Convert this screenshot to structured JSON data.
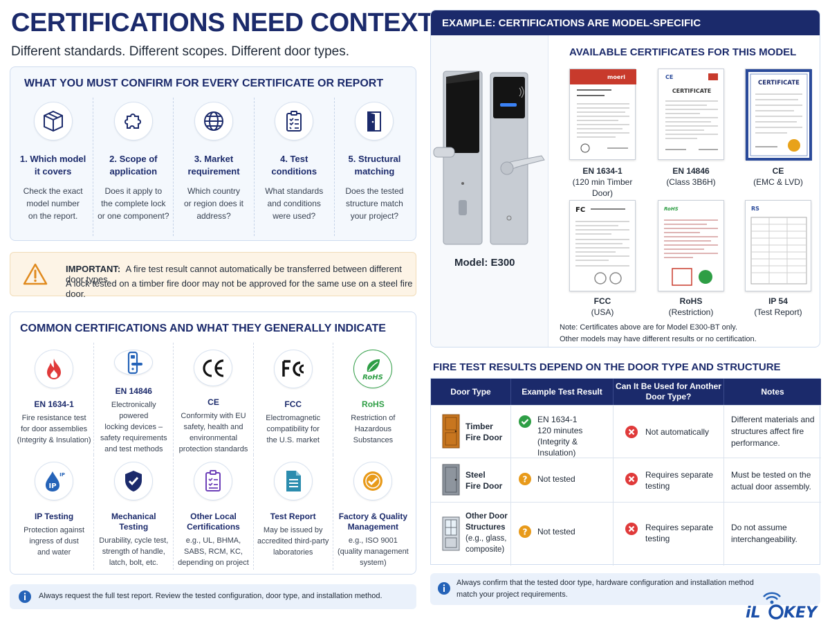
{
  "header": {
    "title": "CERTIFICATIONS NEED CONTEXT",
    "subtitle": "Different standards. Different scopes. Different door types."
  },
  "confirm": {
    "title": "WHAT YOU MUST CONFIRM FOR EVERY CERTIFICATE OR REPORT",
    "items": [
      {
        "label_1": "1. Which model",
        "label_2": "it covers",
        "desc_1": "Check the exact",
        "desc_2": "model number",
        "desc_3": "on the report.",
        "icon": "box-icon"
      },
      {
        "label_1": "2. Scope of",
        "label_2": "application",
        "desc_1": "Does it apply to",
        "desc_2": "the complete lock",
        "desc_3": "or one component?",
        "icon": "puzzle-icon"
      },
      {
        "label_1": "3. Market",
        "label_2": "requirement",
        "desc_1": "Which country",
        "desc_2": "or region does it",
        "desc_3": "address?",
        "icon": "globe-icon"
      },
      {
        "label_1": "4. Test",
        "label_2": "conditions",
        "desc_1": "What standards",
        "desc_2": "and conditions",
        "desc_3": "were used?",
        "icon": "clipboard-icon"
      },
      {
        "label_1": "5. Structural",
        "label_2": "matching",
        "desc_1": "Does the tested",
        "desc_2": "structure match",
        "desc_3": "your project?",
        "icon": "door-icon"
      }
    ]
  },
  "important": {
    "label": "IMPORTANT:",
    "line1": "A fire test result cannot automatically be transferred between different door types.",
    "line2": "A lock tested on a timber fire door may not be approved for the same use on a steel fire door."
  },
  "common": {
    "title": "COMMON CERTIFICATIONS AND WHAT THEY GENERALLY INDICATE",
    "items": [
      {
        "name": "EN 1634-1",
        "lines": [
          "Fire resistance test",
          "for door assemblies",
          "(Integrity & Insulation)"
        ],
        "icon": "flame-icon"
      },
      {
        "name": "EN 14846",
        "lines": [
          "Electronically powered",
          "locking devices –",
          "safety requirements",
          "and test methods"
        ],
        "icon": "electronic-lock-icon"
      },
      {
        "name": "CE",
        "lines": [
          "Conformity with EU",
          "safety, health and",
          "environmental",
          "protection standards"
        ],
        "icon": "ce-mark-icon"
      },
      {
        "name": "FCC",
        "lines": [
          "Electromagnetic",
          "compatibility for",
          "the U.S. market"
        ],
        "icon": "fcc-mark-icon"
      },
      {
        "name": "RoHS",
        "lines": [
          "Restriction of",
          "Hazardous",
          "Substances"
        ],
        "icon": "rohs-leaf-icon"
      },
      {
        "name": "IP Testing",
        "lines": [
          "Protection against",
          "ingress of dust",
          "and water"
        ],
        "icon": "ip-drop-icon"
      },
      {
        "name": "Mechanical Testing",
        "lines": [
          "Durability, cycle test,",
          "strength of handle,",
          "latch, bolt, etc."
        ],
        "icon": "shield-check-icon"
      },
      {
        "name_1": "Other Local",
        "name_2": "Certifications",
        "lines": [
          "e.g., UL, BHMA,",
          "SABS, RCM, KC,",
          "depending on project"
        ],
        "icon": "checklist-icon"
      },
      {
        "name": "Test Report",
        "lines": [
          "May be issued by",
          "accredited third-party",
          "laboratories"
        ],
        "icon": "report-icon"
      },
      {
        "name_1": "Factory & Quality",
        "name_2": "Management",
        "lines": [
          "e.g., ISO 9001",
          "(quality management",
          "system)"
        ],
        "icon": "quality-badge-icon"
      }
    ]
  },
  "left_note": "Always request the full test report. Review the tested configuration, door type, and installation method.",
  "example": {
    "header": "EXAMPLE: CERTIFICATIONS ARE MODEL-SPECIFIC",
    "model": "Model: E300",
    "available_title": "AVAILABLE CERTIFICATES FOR THIS MODEL",
    "certs": [
      {
        "name": "EN 1634-1",
        "sub": "(120 min Timber Door)",
        "doc_text": "moeri"
      },
      {
        "name": "EN 14846",
        "sub": "(Class 3B6H)",
        "doc_text": "CERTIFICATE"
      },
      {
        "name": "CE",
        "sub": "(EMC & LVD)",
        "doc_text": "CERTIFICATE"
      },
      {
        "name": "FCC",
        "sub": "(USA)",
        "doc_text": "FC"
      },
      {
        "name": "RoHS",
        "sub": "(Restriction)",
        "doc_text": "RoHS"
      },
      {
        "name": "IP 54",
        "sub": "(Test Report)",
        "doc_text": "RS"
      }
    ],
    "note1": "Note: Certificates above are for Model E300-BT only.",
    "note2": "Other models may have different results or no certification."
  },
  "fire": {
    "title": "FIRE TEST RESULTS DEPEND ON THE DOOR TYPE AND STRUCTURE",
    "headers": [
      "Door Type",
      "Example Test Result",
      "Can It Be Used for Another",
      "Door Type?",
      "Notes"
    ],
    "rows": [
      {
        "door_1": "Timber",
        "door_2": "Fire Door",
        "result_1": "EN 1634-1",
        "result_2": "120 minutes",
        "result_3": "(Integrity & Insulation)",
        "reuse": "Not automatically",
        "notes_1": "Different materials and",
        "notes_2": "structures affect fire",
        "notes_3": "performance."
      },
      {
        "door_1": "Steel",
        "door_2": "Fire Door",
        "result_1": "Not tested",
        "reuse_1": "Requires separate",
        "reuse_2": "testing",
        "notes_1": "Must be tested on the",
        "notes_2": "actual door assembly."
      },
      {
        "door_1": "Other Door",
        "door_2": "Structures",
        "door_3": "(e.g., glass,",
        "door_4": "composite)",
        "result_1": "Not tested",
        "reuse_1": "Requires separate",
        "reuse_2": "testing",
        "notes_1": "Do not assume",
        "notes_2": "interchangeability."
      }
    ]
  },
  "right_note": {
    "line1": "Always confirm that the tested door type, hardware configuration and installation method",
    "line2": "match your project requirements."
  },
  "logo": {
    "text_1": "iL",
    "text_2": "KEY"
  },
  "colors": {
    "navy": "#1b2a6b",
    "red": "#e03a3a",
    "green": "#2e9e45",
    "amber": "#e89a1a",
    "blue": "#2563b8"
  }
}
